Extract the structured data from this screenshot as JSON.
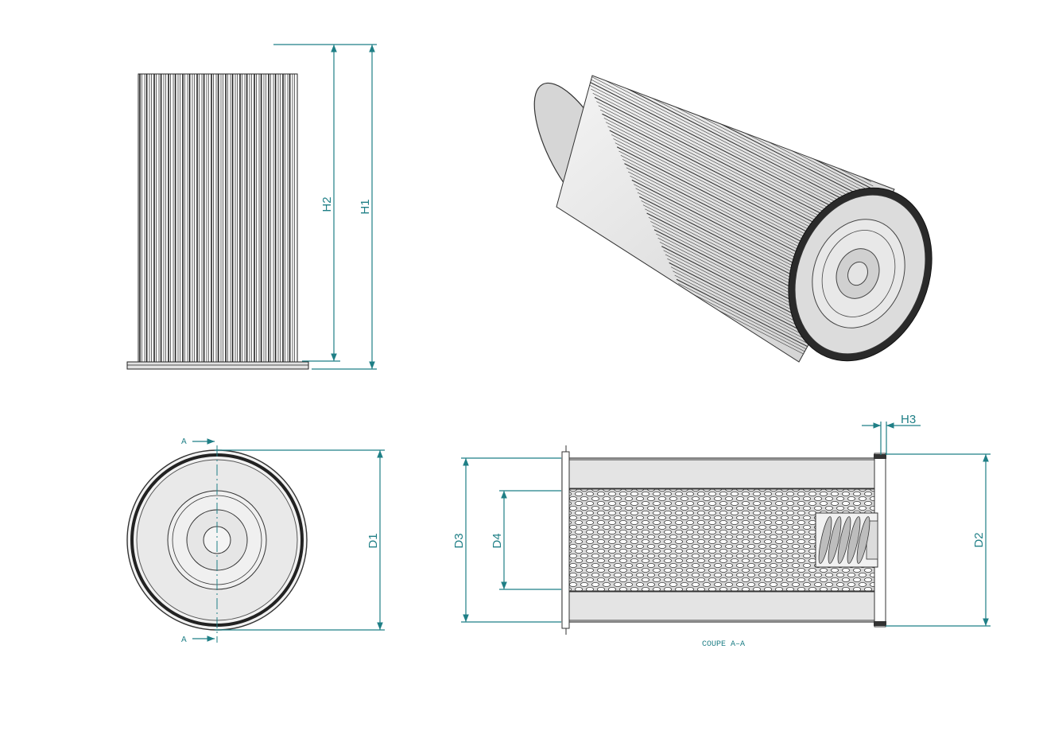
{
  "drawing": {
    "dimensions": {
      "h1": "H1",
      "h2": "H2",
      "h3": "H3",
      "d1": "D1",
      "d2": "D2",
      "d3": "D3",
      "d4": "D4"
    },
    "section_marks": {
      "top": "A",
      "bottom": "A"
    },
    "section_caption": "COUPE A–A"
  },
  "colors": {
    "dimension": "#1f7f86",
    "outline": "#222222",
    "body_fill": "#e6e6e6"
  }
}
